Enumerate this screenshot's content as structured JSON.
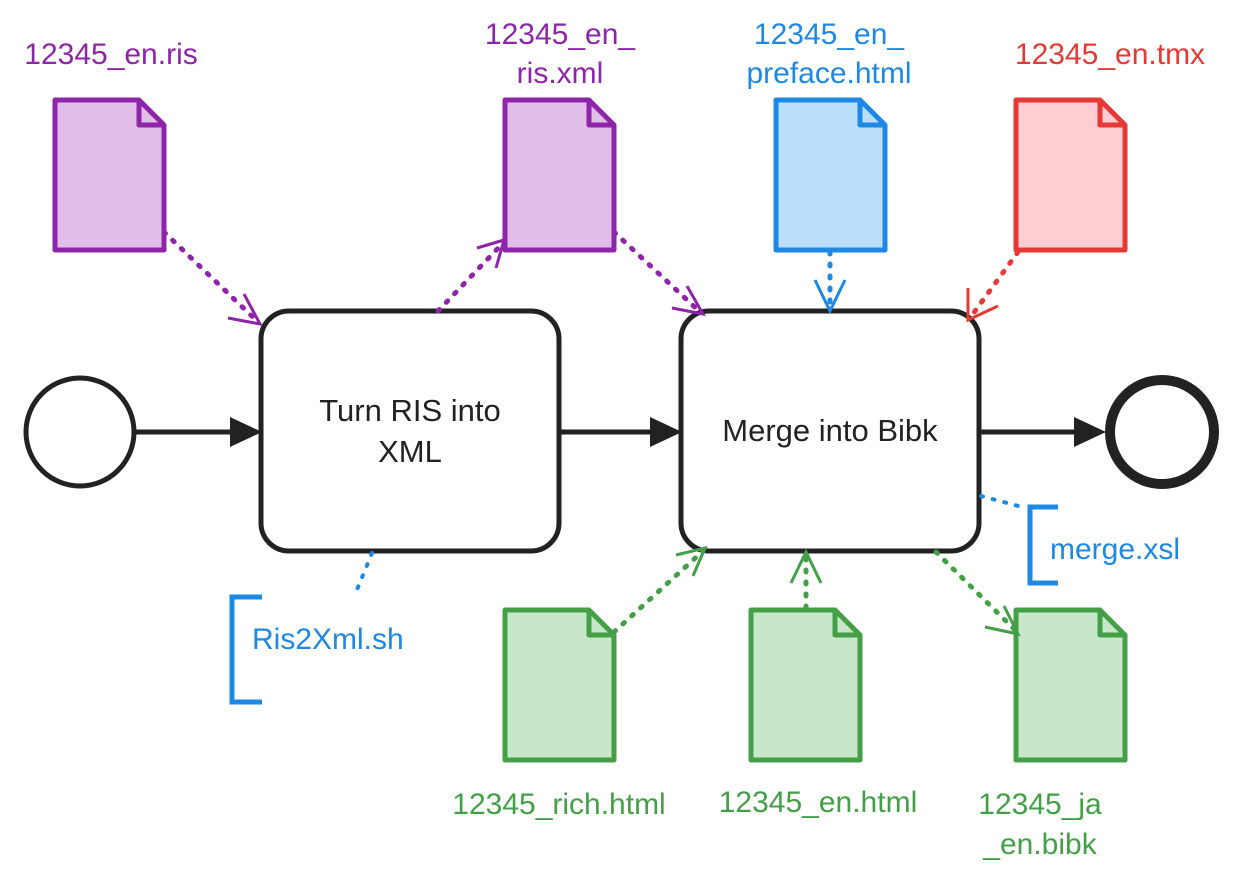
{
  "colors": {
    "purple": "#8E24AA",
    "purple_fill": "#E1BEE7",
    "blue": "#1E88E5",
    "blue_fill": "#BBDEFB",
    "red": "#E53935",
    "red_fill": "#FFCDD2",
    "green": "#43A047",
    "green_fill": "#C8E6C9",
    "stroke": "#222222"
  },
  "tasks": {
    "ris_to_xml": {
      "line1": "Turn RIS into",
      "line2": "XML"
    },
    "merge": {
      "label": "Merge into Bibk"
    }
  },
  "files": {
    "en_ris": {
      "label": "12345_en.ris",
      "color": "purple"
    },
    "en_ris_xml": {
      "line1": "12345_en_",
      "line2": "ris.xml",
      "color": "purple"
    },
    "en_preface": {
      "line1": "12345_en_",
      "line2": "preface.html",
      "color": "blue"
    },
    "en_tmx": {
      "label": "12345_en.tmx",
      "color": "red"
    },
    "rich_html": {
      "label": "12345_rich.html",
      "color": "green"
    },
    "en_html": {
      "label": "12345_en.html",
      "color": "green"
    },
    "ja_en_bibk": {
      "line1": "12345_ja",
      "line2": "_en.bibk",
      "color": "green"
    }
  },
  "annotations": {
    "ris2xml": "Ris2Xml.sh",
    "merge_xsl": "merge.xsl"
  }
}
